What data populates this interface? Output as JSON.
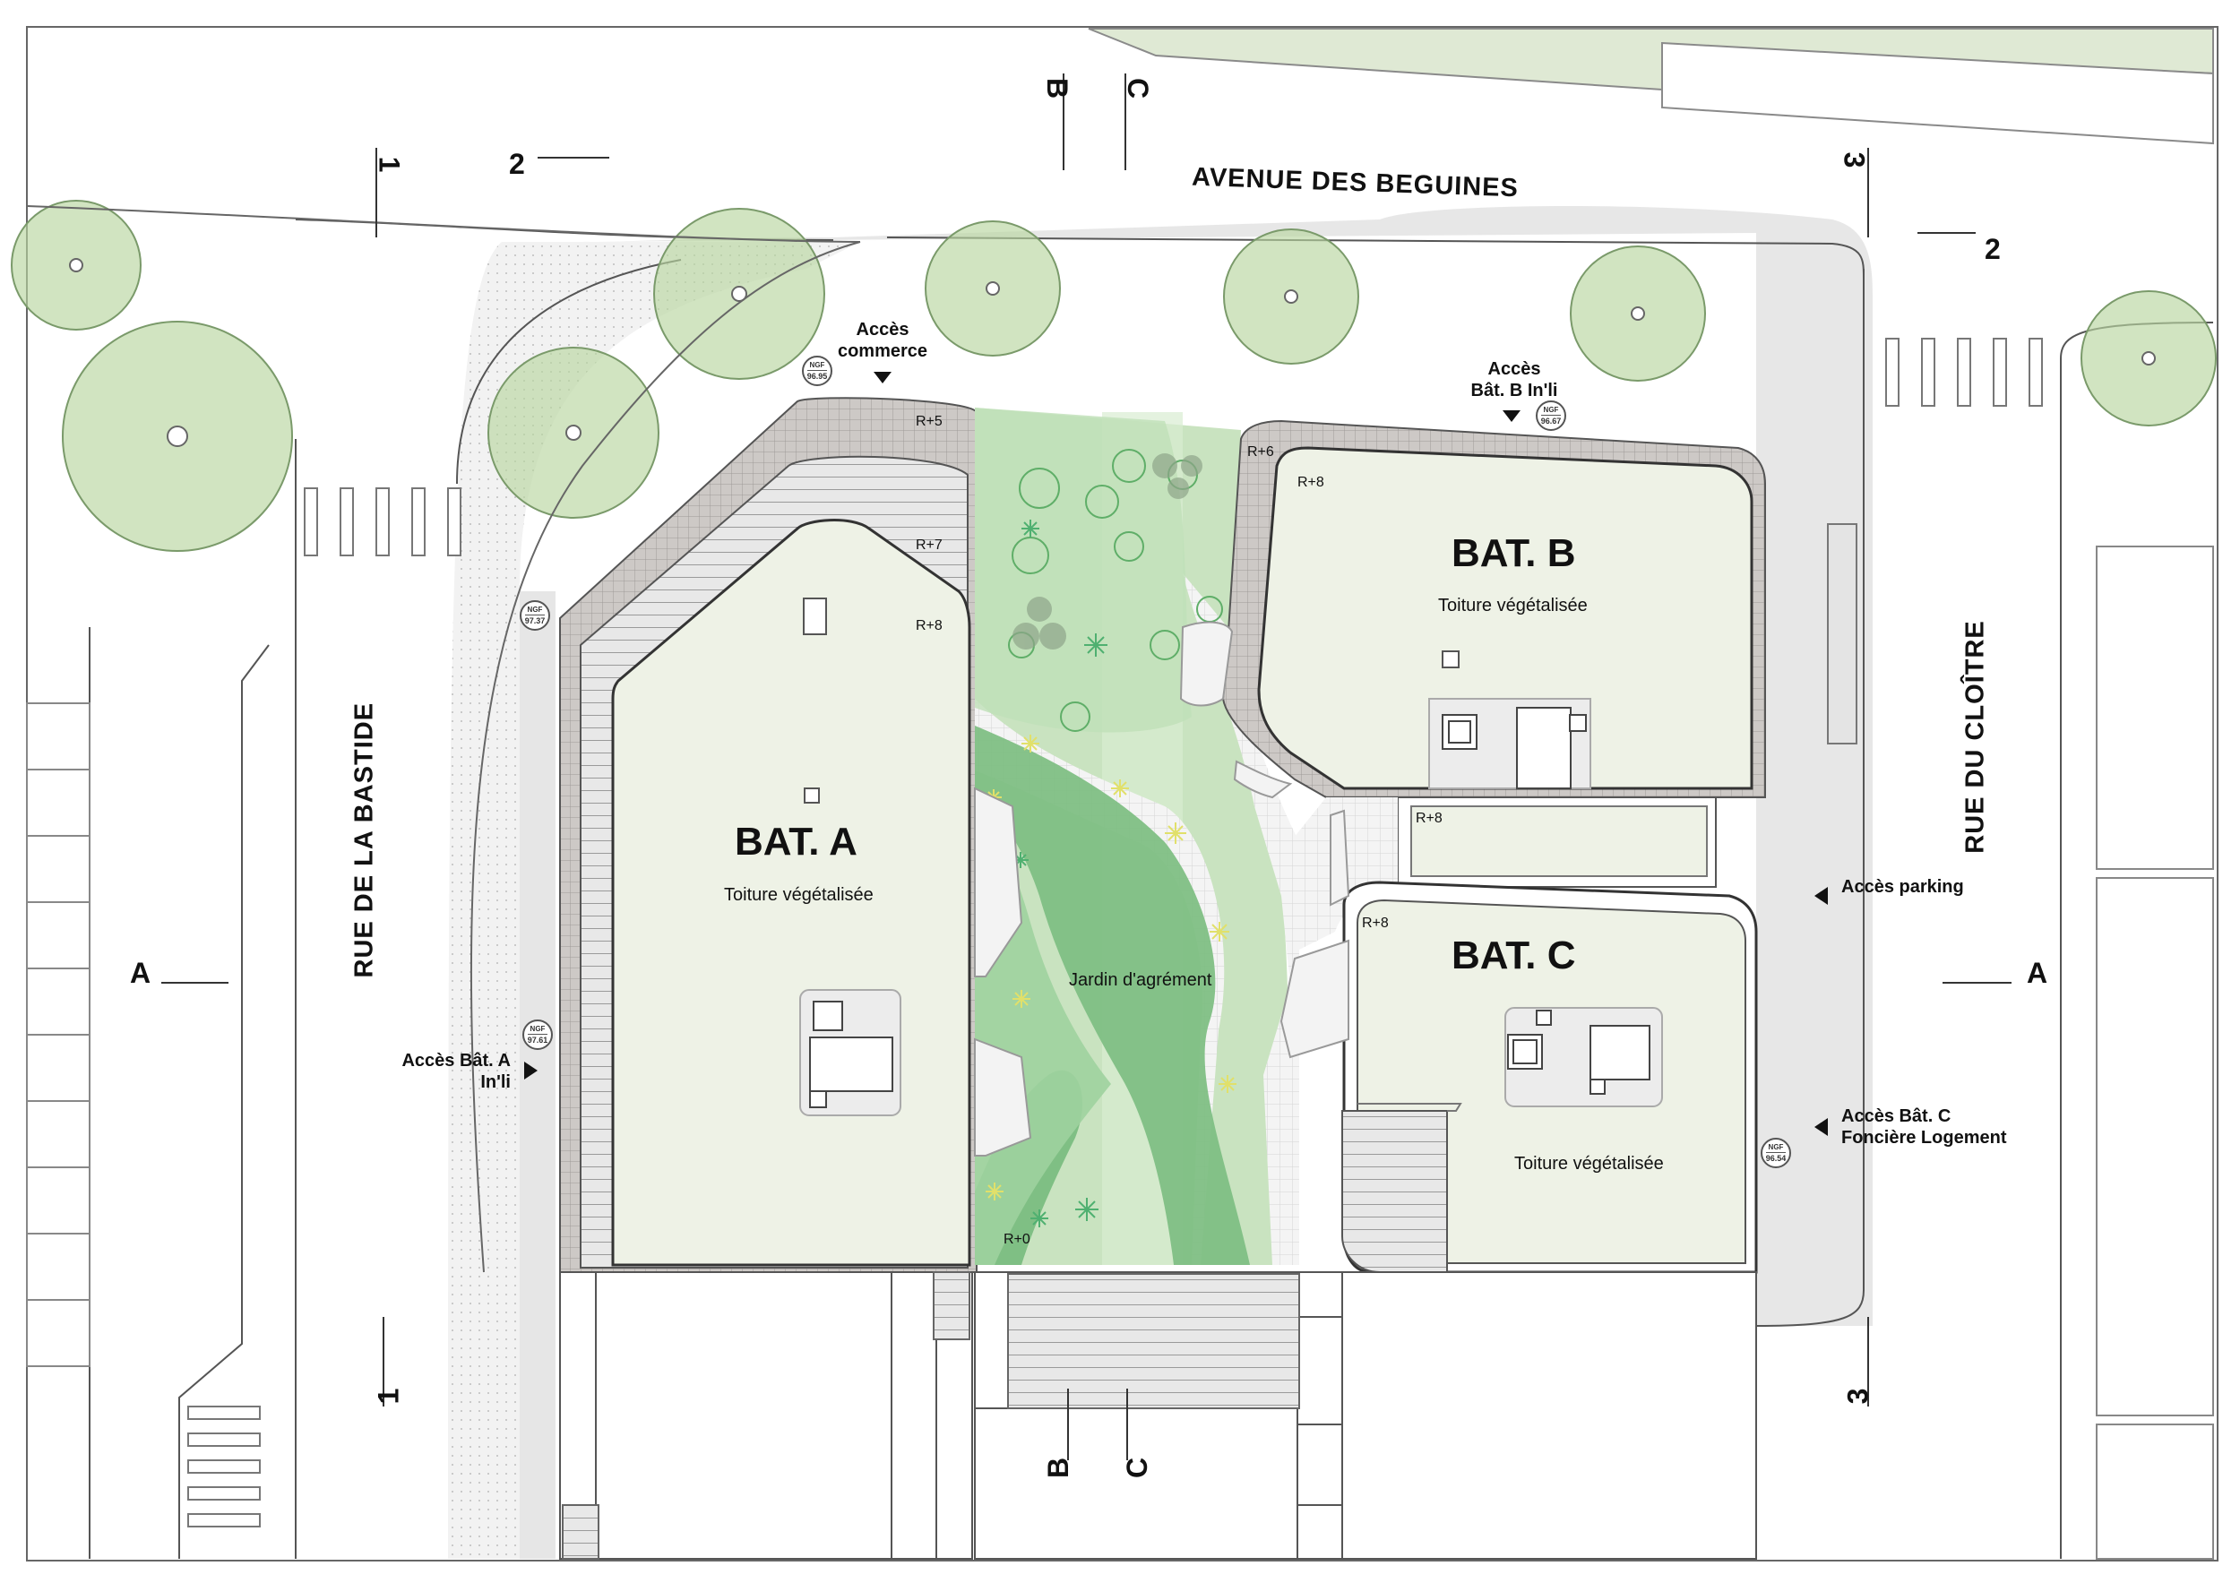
{
  "streets": {
    "north": "AVENUE DES BEGUINES",
    "west": "RUE DE LA BASTIDE",
    "east": "RUE DU CLOÎTRE"
  },
  "buildings": {
    "a": {
      "name": "BAT. A",
      "roof": "Toiture végétalisée"
    },
    "b": {
      "name": "BAT. B",
      "roof": "Toiture végétalisée"
    },
    "c": {
      "name": "BAT. C",
      "roof": "Toiture végétalisée"
    }
  },
  "garden": {
    "label": "Jardin d'agrément"
  },
  "levels": {
    "a_r5": "R+5",
    "a_r7": "R+7",
    "a_r8": "R+8",
    "b_r6": "R+6",
    "b_r8": "R+8",
    "bc_r8": "R+8",
    "c_r8": "R+8",
    "garden_r0": "R+0"
  },
  "accesses": {
    "commerce_line1": "Accès",
    "commerce_line2": "commerce",
    "bat_b_line1": "Accès",
    "bat_b_line2": "Bât. B In'li",
    "bat_a_line1": "Accès Bât. A",
    "bat_a_line2": "In'li",
    "parking": "Accès parking",
    "bat_c_line1": "Accès Bât. C",
    "bat_c_line2": "Foncière Logement"
  },
  "ngf_markers": {
    "label": "NGF",
    "commerce": "96.95",
    "bat_b": "96.67",
    "west_top": "97.37",
    "bat_a": "97.61",
    "bat_c": "96.54"
  },
  "section_cuts": {
    "one_top": "1",
    "one_bottom": "1",
    "two": "2",
    "two_right": "2",
    "three_top": "3",
    "three_bottom": "3",
    "a_left": "A",
    "a_right": "A",
    "b_top": "B",
    "b_bottom": "B",
    "c_top": "C",
    "c_bottom": "C"
  },
  "colors": {
    "roof": "#eef2e6",
    "garden_light": "#c9e3c0",
    "garden_dark": "#7fbf84",
    "tree": "#b8d6a0",
    "pavement": "#e3e3e3",
    "paving_texture": "#cfcfcf"
  }
}
